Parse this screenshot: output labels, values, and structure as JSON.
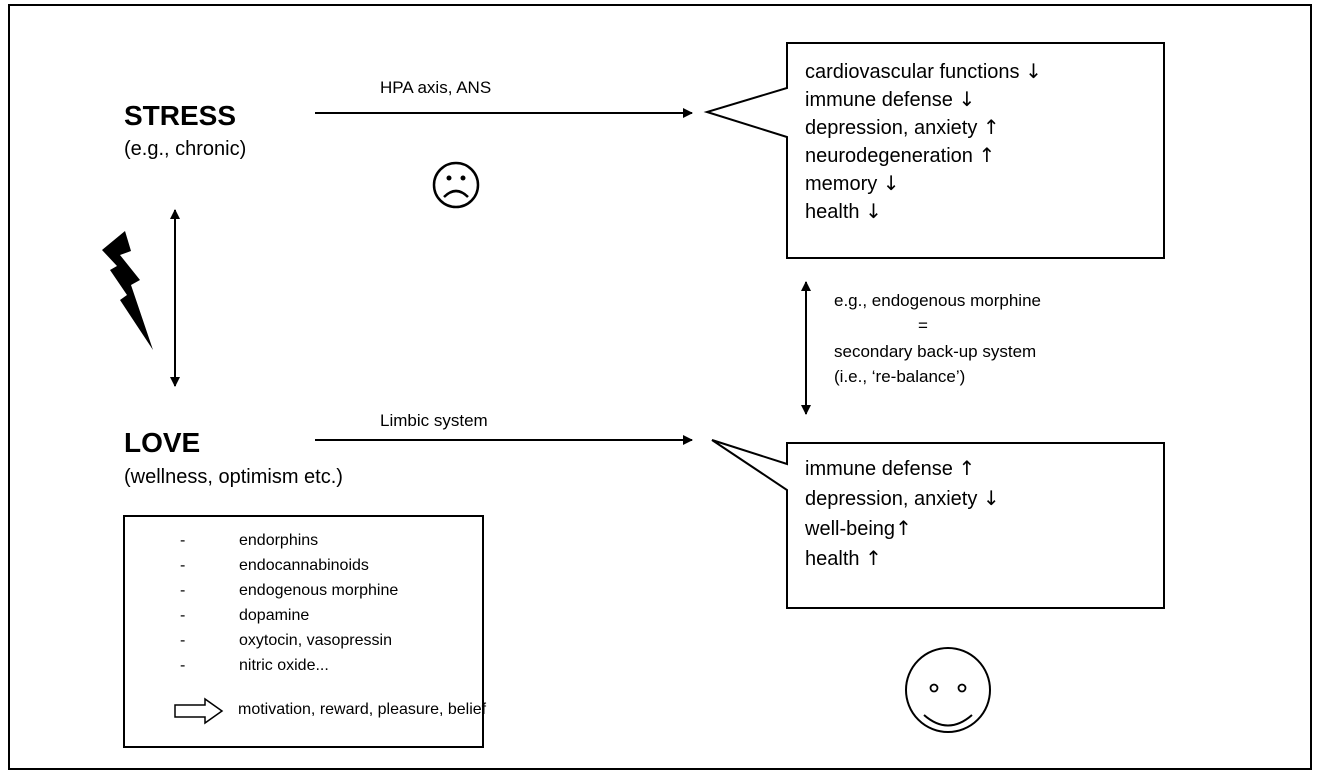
{
  "stress": {
    "title": "STRESS",
    "subtitle": "(e.g., chronic)"
  },
  "love": {
    "title": "LOVE",
    "subtitle": "(wellness, optimism etc.)"
  },
  "pathways": {
    "stress": "HPA axis, ANS",
    "love": "Limbic system"
  },
  "stress_effects": [
    {
      "text": "cardiovascular functions",
      "arrow": "↓"
    },
    {
      "text": "immune defense",
      "arrow": "↓"
    },
    {
      "text": "depression, anxiety",
      "arrow": "↑"
    },
    {
      "text": "neurodegeneration",
      "arrow": "↑"
    },
    {
      "text": "memory",
      "arrow": "↓"
    },
    {
      "text": "health",
      "arrow": "↓"
    }
  ],
  "love_effects": [
    {
      "text": "immune defense",
      "arrow": "↑"
    },
    {
      "text": "depression, anxiety",
      "arrow": "↓"
    },
    {
      "text": "well-being",
      "arrow": "↑"
    },
    {
      "text": "health",
      "arrow": "↑"
    }
  ],
  "backup": {
    "line1": "e.g., endogenous morphine",
    "line2": "=",
    "line3": "secondary back-up system",
    "line4": "(i.e., ‘re-balance’)"
  },
  "molecules": {
    "dash": "-",
    "items": [
      "endorphins",
      "endocannabinoids",
      "endogenous morphine",
      "dopamine",
      "oxytocin, vasopressin",
      "nitric oxide..."
    ],
    "outcome": "motivation, reward, pleasure, belief"
  },
  "icons": {
    "sad": "sad-face-icon",
    "happy": "happy-face-icon",
    "lightning": "lightning-bolt-icon",
    "outcome_arrow": "hollow-right-arrow-icon"
  }
}
